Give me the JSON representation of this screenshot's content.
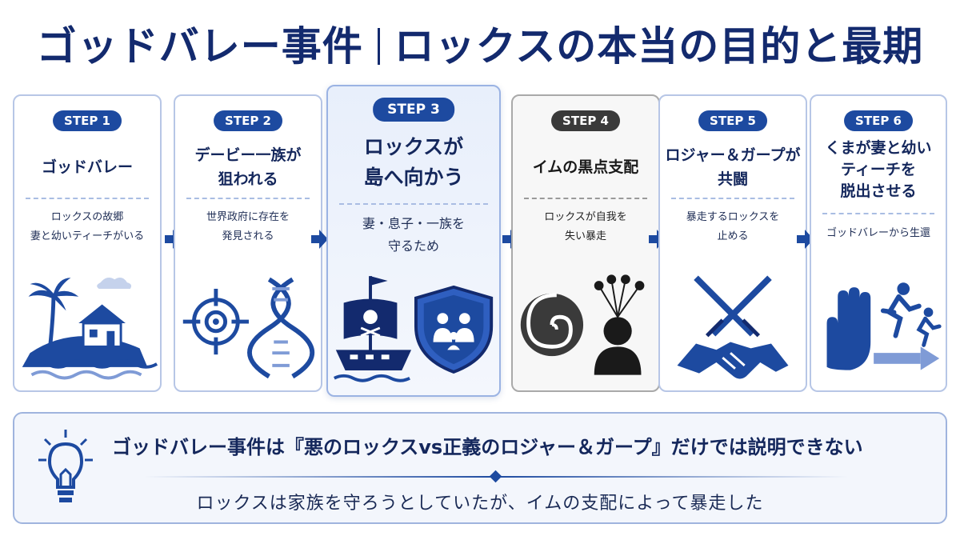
{
  "title": {
    "left": "ゴッドバレー事件",
    "right": "ロックスの本当の目的と最期"
  },
  "steps": [
    {
      "badge": "STEP 1",
      "heading": "ゴッドバレー",
      "desc": "ロックスの故郷\n妻と幼いティーチがいる"
    },
    {
      "badge": "STEP 2",
      "heading": "デービー一族が\n狙われる",
      "desc": "世界政府に存在を\n発見される"
    },
    {
      "badge": "STEP 3",
      "heading": "ロックスが\n島へ向かう",
      "desc": "妻・息子・一族を\n守るため"
    },
    {
      "badge": "STEP 4",
      "heading": "イムの黒点支配",
      "desc": "ロックスが自我を\n失い暴走"
    },
    {
      "badge": "STEP 5",
      "heading": "ロジャー＆ガープが\n共闘",
      "desc": "暴走するロックスを\n止める"
    },
    {
      "badge": "STEP 6",
      "heading": "くまが妻と幼い\nティーチを\n脱出させる",
      "desc": "ゴッドバレーから生還"
    }
  ],
  "conclusion": {
    "main": "ゴッドバレー事件は『悪のロックスvs正義のロジャー＆ガープ』だけでは説明できない",
    "sub": "ロックスは家族を守ろうとしていたが、イムの支配によって暴走した"
  },
  "colors": {
    "navy": "#132a6e",
    "accent": "#1d4aa0",
    "gray": "#3a3a3a"
  },
  "icons": {
    "step1": "island-house-icon",
    "step2": "target-dna-icon",
    "step3": "pirate-ship-shield-icon",
    "step4": "black-spiral-controlled-person-icon",
    "step5": "crossed-swords-handshake-icon",
    "step6": "hand-running-escape-icon",
    "conclusion": "lightbulb-icon"
  }
}
